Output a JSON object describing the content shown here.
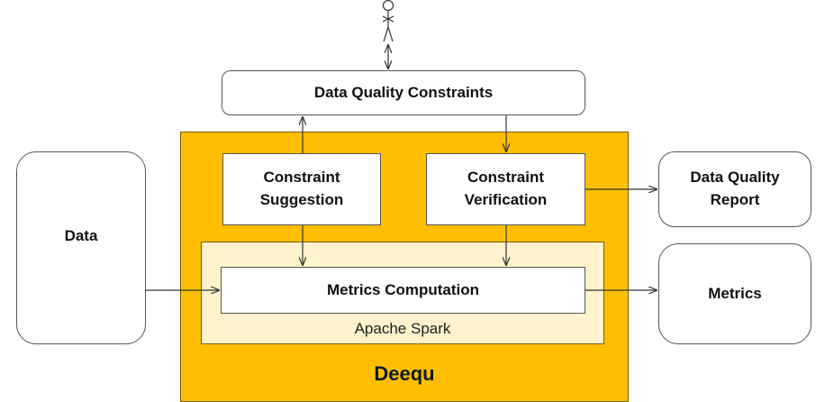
{
  "diagram": {
    "constraints_box": "Data Quality Constraints",
    "suggestion_line1": "Constraint",
    "suggestion_line2": "Suggestion",
    "verification_line1": "Constraint",
    "verification_line2": "Verification",
    "report_line1": "Data Quality",
    "report_line2": "Report",
    "data_box": "Data",
    "metrics_computation": "Metrics Computation",
    "metrics_box": "Metrics",
    "spark_label": "Apache Spark",
    "deequ_label": "Deequ",
    "colors": {
      "deequ_fill": "#ffbf00",
      "spark_fill": "#fff2cc",
      "line": "#333333"
    }
  }
}
